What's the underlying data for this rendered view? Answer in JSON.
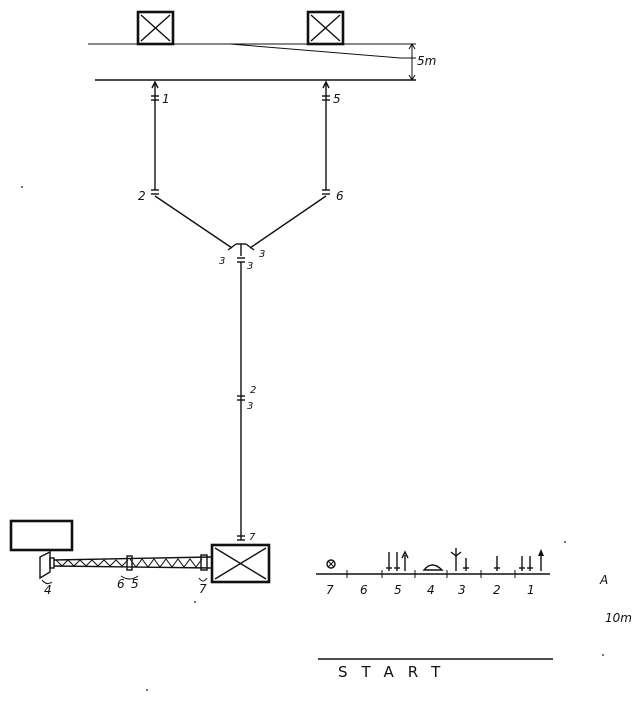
{
  "top_scale": "5m",
  "side_scale_label": "A",
  "side_scale": "10m",
  "start_label": "START",
  "pole_labels": {
    "left_top": "1",
    "right_top": "5",
    "left_mid": "2",
    "right_mid": "6",
    "junction_left": "3",
    "junction_right": "3",
    "junction_bottom": "3",
    "shaft_sup": "2",
    "shaft_sub": "3",
    "box_entry": "7"
  },
  "beam_labels": {
    "left_end": "4",
    "mid_left": "6",
    "mid_right": "5",
    "right_end": "7"
  },
  "legend_numbers": [
    "7",
    "6",
    "5",
    "4",
    "3",
    "2",
    "1"
  ]
}
